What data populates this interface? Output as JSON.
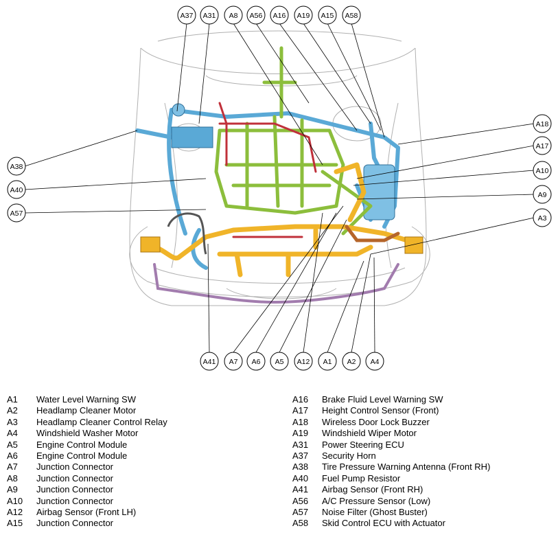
{
  "callouts": [
    {
      "id": "A37"
    },
    {
      "id": "A31"
    },
    {
      "id": "A8"
    },
    {
      "id": "A56"
    },
    {
      "id": "A16"
    },
    {
      "id": "A19"
    },
    {
      "id": "A15"
    },
    {
      "id": "A58"
    },
    {
      "id": "A18"
    },
    {
      "id": "A17"
    },
    {
      "id": "A10"
    },
    {
      "id": "A9"
    },
    {
      "id": "A3"
    },
    {
      "id": "A38"
    },
    {
      "id": "A40"
    },
    {
      "id": "A57"
    },
    {
      "id": "A41"
    },
    {
      "id": "A7"
    },
    {
      "id": "A6"
    },
    {
      "id": "A5"
    },
    {
      "id": "A12"
    },
    {
      "id": "A1"
    },
    {
      "id": "A2"
    },
    {
      "id": "A4"
    }
  ],
  "legend_left": [
    {
      "code": "A1",
      "name": "Water Level Warning SW"
    },
    {
      "code": "A2",
      "name": "Headlamp Cleaner Motor"
    },
    {
      "code": "A3",
      "name": "Headlamp Cleaner Control Relay"
    },
    {
      "code": "A4",
      "name": "Windshield Washer Motor"
    },
    {
      "code": "A5",
      "name": "Engine Control Module"
    },
    {
      "code": "A6",
      "name": "Engine Control Module"
    },
    {
      "code": "A7",
      "name": "Junction Connector"
    },
    {
      "code": "A8",
      "name": "Junction Connector"
    },
    {
      "code": "A9",
      "name": "Junction Connector"
    },
    {
      "code": "A10",
      "name": "Junction Connector"
    },
    {
      "code": "A12",
      "name": "Airbag Sensor (Front LH)"
    },
    {
      "code": "A15",
      "name": "Junction Connector"
    }
  ],
  "legend_right": [
    {
      "code": "A16",
      "name": "Brake Fluid Level Warning SW"
    },
    {
      "code": "A17",
      "name": "Height Control Sensor (Front)"
    },
    {
      "code": "A18",
      "name": "Wireless Door Lock Buzzer"
    },
    {
      "code": "A19",
      "name": "Windshield Wiper Motor"
    },
    {
      "code": "A31",
      "name": "Power Steering ECU"
    },
    {
      "code": "A37",
      "name": "Security Horn"
    },
    {
      "code": "A38",
      "name": "Tire Pressure Warning Antenna (Front RH)"
    },
    {
      "code": "A40",
      "name": "Fuel Pump Resistor"
    },
    {
      "code": "A41",
      "name": "Airbag Sensor (Front RH)"
    },
    {
      "code": "A56",
      "name": "A/C Pressure Sensor (Low)"
    },
    {
      "code": "A57",
      "name": "Noise Filter (Ghost Buster)"
    },
    {
      "code": "A58",
      "name": "Skid Control ECU with Actuator"
    }
  ],
  "colors": {
    "blue_harness": "#5aa9d6",
    "green_harness": "#8cbe3c",
    "yellow_harness": "#f0b429",
    "red_harness": "#c0303a",
    "purple_harness": "#a27cae",
    "brown_harness": "#b5652a",
    "body_outline": "#b0b0b0"
  }
}
